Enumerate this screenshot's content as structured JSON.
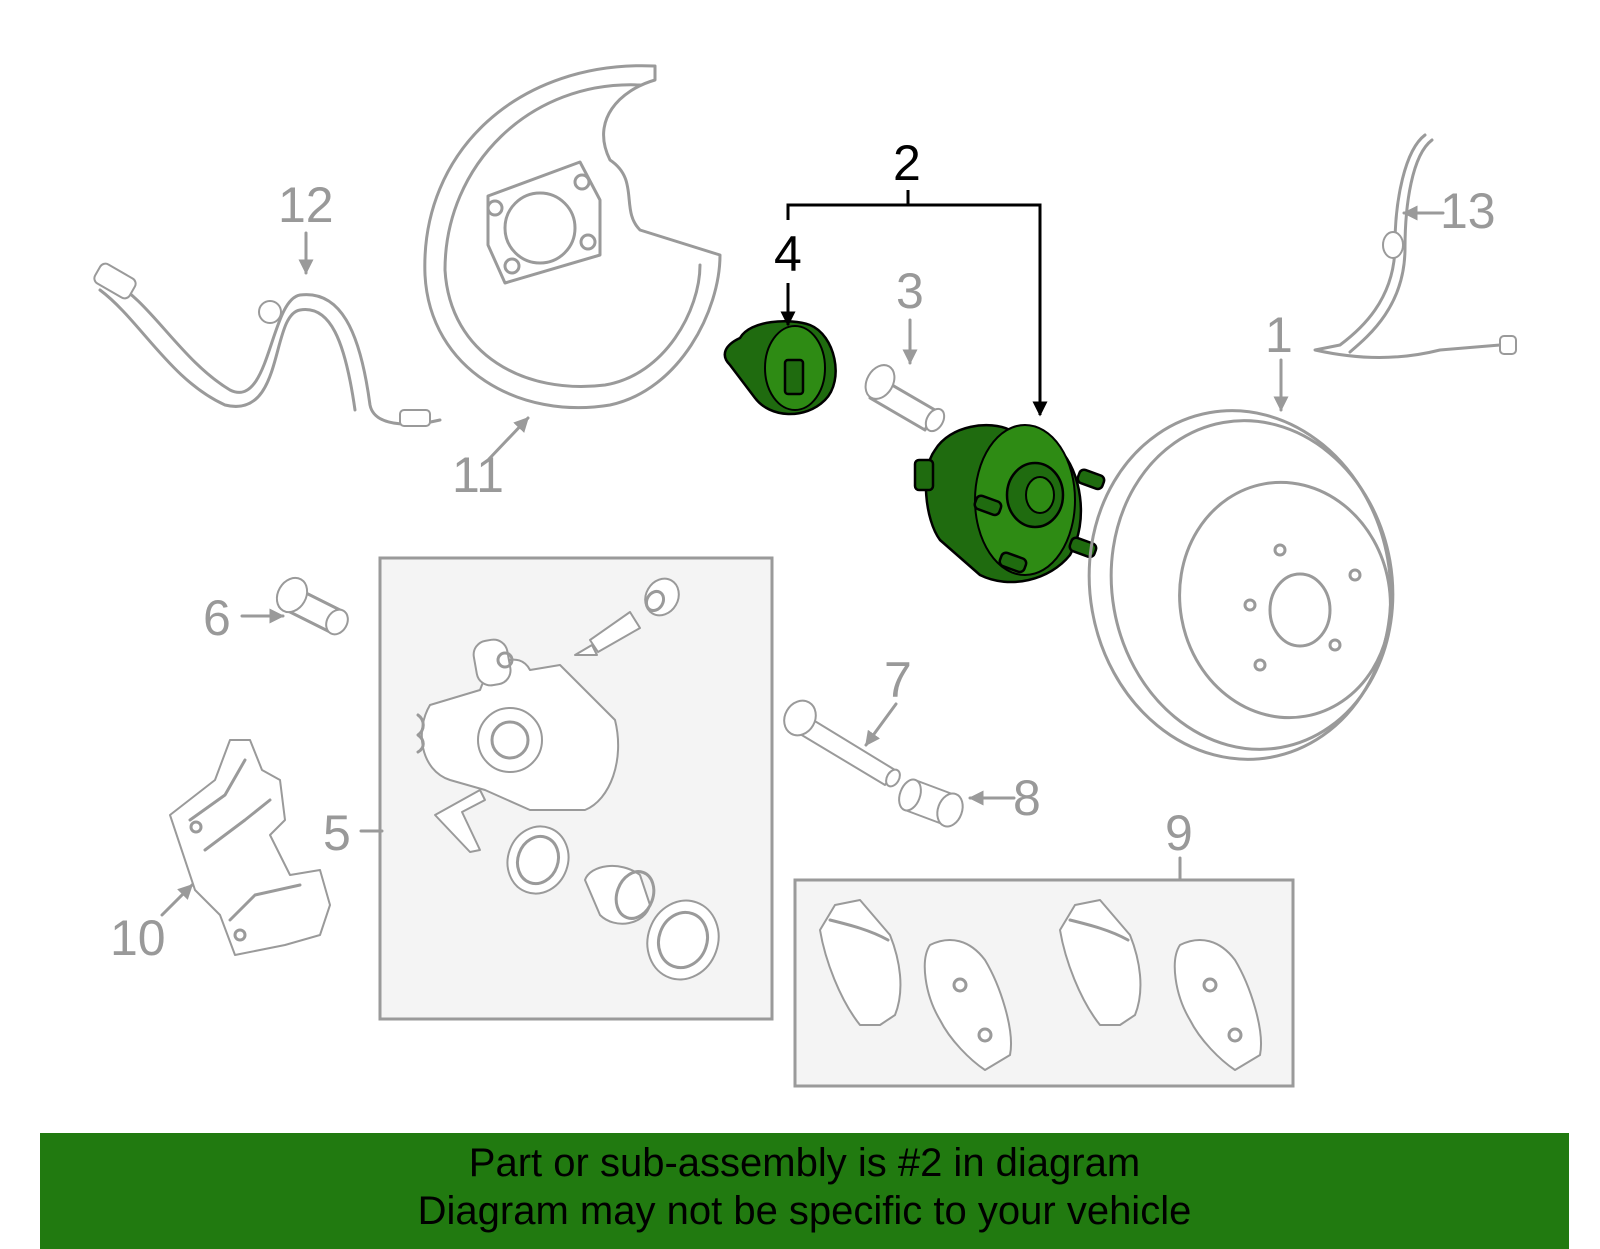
{
  "callouts": {
    "n1": "1",
    "n2": "2",
    "n3": "3",
    "n4": "4",
    "n5": "5",
    "n6": "6",
    "n7": "7",
    "n8": "8",
    "n9": "9",
    "n10": "10",
    "n11": "11",
    "n12": "12",
    "n13": "13"
  },
  "highlight_color": "#217a10",
  "banner": {
    "line1": "Part or sub-assembly is #2 in diagram",
    "line2": "Diagram may not be specific to your vehicle"
  }
}
